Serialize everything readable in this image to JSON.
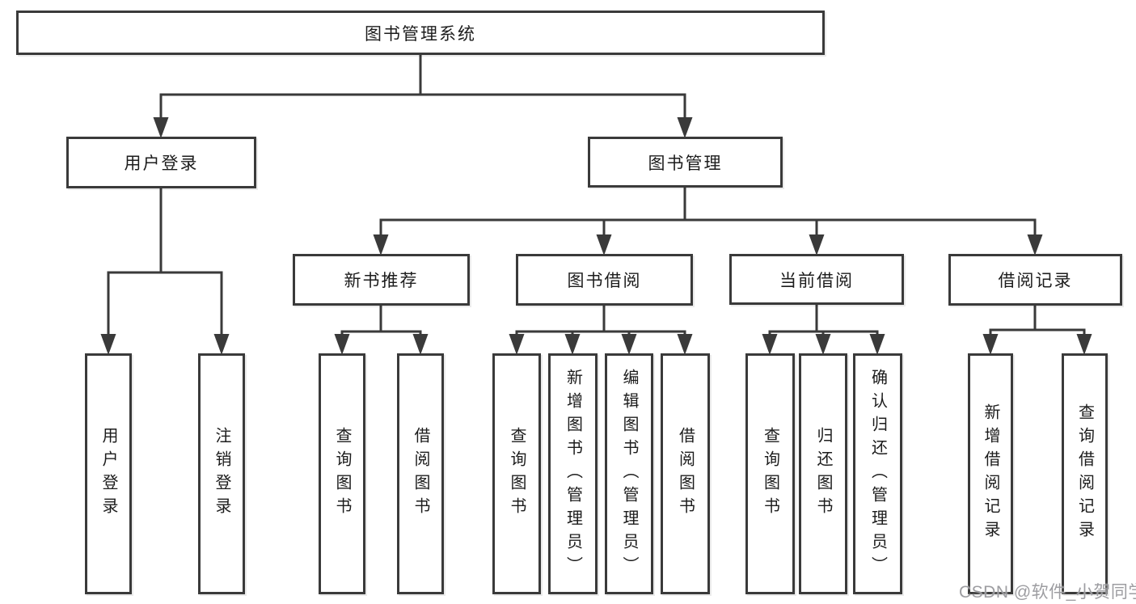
{
  "diagram": {
    "root": {
      "label": "图书管理系统"
    },
    "level1": [
      {
        "label": "用户登录"
      },
      {
        "label": "图书管理"
      }
    ],
    "level2": [
      {
        "label": "新书推荐"
      },
      {
        "label": "图书借阅"
      },
      {
        "label": "当前借阅"
      },
      {
        "label": "借阅记录"
      }
    ],
    "leaves": [
      {
        "label": "用户登录"
      },
      {
        "label": "注销登录"
      },
      {
        "label": "查询图书"
      },
      {
        "label": "借阅图书"
      },
      {
        "label": "查询图书"
      },
      {
        "label": "新增图书（管理员）"
      },
      {
        "label": "编辑图书（管理员）"
      },
      {
        "label": "借阅图书"
      },
      {
        "label": "查询图书"
      },
      {
        "label": "归还图书"
      },
      {
        "label": "确认归还（管理员）"
      },
      {
        "label": "新增借阅记录"
      },
      {
        "label": "查询借阅记录"
      }
    ],
    "structure": {
      "图书管理系统": [
        "用户登录",
        "图书管理"
      ],
      "用户登录": [
        "用户登录",
        "注销登录"
      ],
      "图书管理": [
        "新书推荐",
        "图书借阅",
        "当前借阅",
        "借阅记录"
      ],
      "新书推荐": [
        "查询图书",
        "借阅图书"
      ],
      "图书借阅": [
        "查询图书",
        "新增图书（管理员）",
        "编辑图书（管理员）",
        "借阅图书"
      ],
      "当前借阅": [
        "查询图书",
        "归还图书",
        "确认归还（管理员）"
      ],
      "借阅记录": [
        "新增借阅记录",
        "查询借阅记录"
      ]
    },
    "colors": {
      "line": "#3a3a3a",
      "text": "#1c1c1c",
      "background": "#ffffff",
      "watermark": "#98989c"
    }
  },
  "watermark": {
    "text": "CSDN @软件_小贺同学"
  }
}
